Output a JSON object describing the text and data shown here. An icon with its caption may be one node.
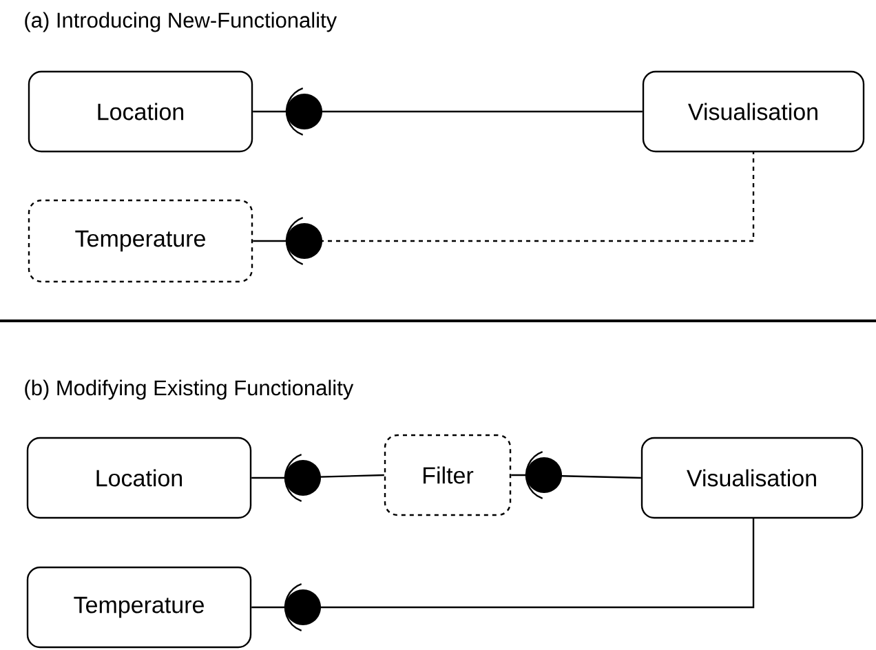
{
  "diagram": {
    "nodes": [
      {
        "text": [
          "Location"
        ]
      },
      {
        "text": [
          "Visualisation"
        ]
      },
      {
        "text": [
          "Temperature"
        ]
      },
      {
        "text": [
          "Location"
        ]
      },
      {
        "text": [
          "Filter"
        ]
      },
      {
        "text": [
          "Visualisation"
        ]
      },
      {
        "text": [
          "Temperature"
        ]
      }
    ],
    "edges": [
      {
        "from": 0,
        "to": 1,
        "arrow": "none"
      },
      {
        "from": 2,
        "to": 1,
        "arrow": "none",
        "style": "dashed"
      },
      {
        "from": 3,
        "to": 4,
        "arrow": "none"
      },
      {
        "from": 4,
        "to": 5,
        "arrow": "none"
      },
      {
        "from": 6,
        "to": 5,
        "arrow": "none"
      }
    ],
    "labels": [
      "(a) Introducing New-Functionality",
      "(b) Modifying Existing Functionality"
    ]
  }
}
